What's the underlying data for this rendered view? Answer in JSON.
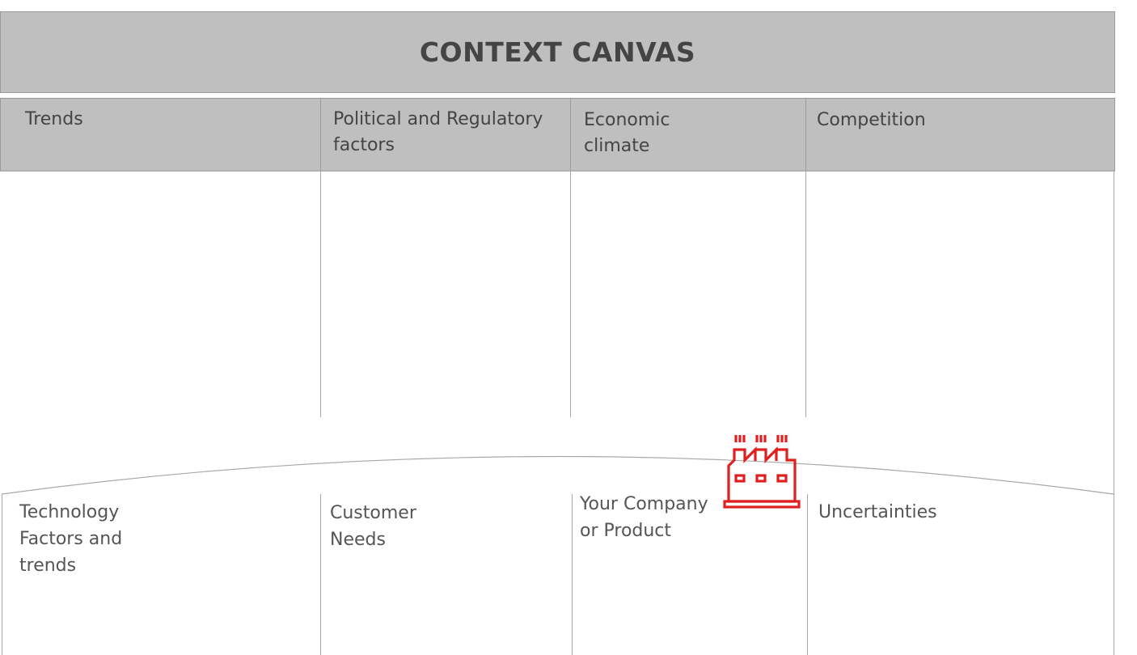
{
  "canvas": {
    "title": "CONTEXT CANVAS"
  },
  "top_row": [
    {
      "line1": "Trends",
      "line2": ""
    },
    {
      "line1": "Political and Regulatory",
      "line2": "factors"
    },
    {
      "line1": "Economic",
      "line2": "climate"
    },
    {
      "line1": "Competition",
      "line2": ""
    }
  ],
  "bottom_row": [
    {
      "lines": [
        "Technology",
        "Factors and",
        "trends"
      ]
    },
    {
      "lines": [
        "Customer",
        "Needs",
        ""
      ]
    },
    {
      "lines": [
        "Your Company",
        "or Product",
        ""
      ]
    },
    {
      "lines": [
        "Uncertainties",
        "",
        ""
      ]
    }
  ],
  "icons": {
    "company_icon": "factory-icon",
    "company_icon_color": "#e02020"
  },
  "colors": {
    "header_fill": "#bfbfbf",
    "header_text": "#444444",
    "grid_lines": "#a8a8a8"
  }
}
